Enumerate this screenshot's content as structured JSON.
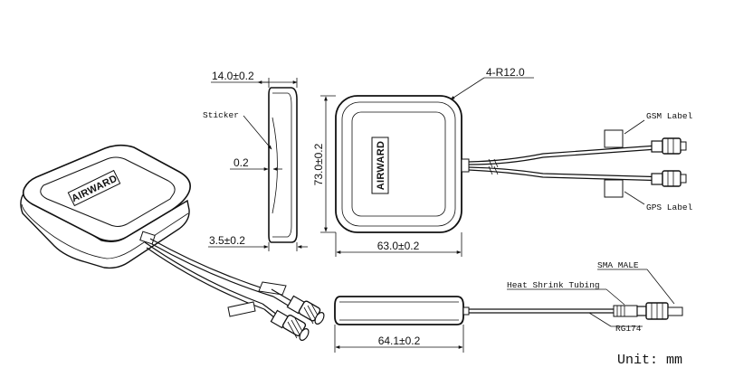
{
  "brand": "AIRWARD",
  "dimensions": {
    "thickness": "14.0±0.2",
    "sticker_thickness": "0.2",
    "edge_height": "3.5±0.2",
    "corner_radius": "4-R12.0",
    "height": "73.0±0.2",
    "width": "63.0±0.2",
    "bottom_length": "64.1±0.2"
  },
  "labels": {
    "sticker": "Sticker",
    "gsm_label": "GSM Label",
    "gps_label": "GPS Label",
    "sma_male": "SMA MALE",
    "heat_shrink": "Heat Shrink Tubing",
    "cable": "RG174"
  },
  "unit": "Unit: mm"
}
